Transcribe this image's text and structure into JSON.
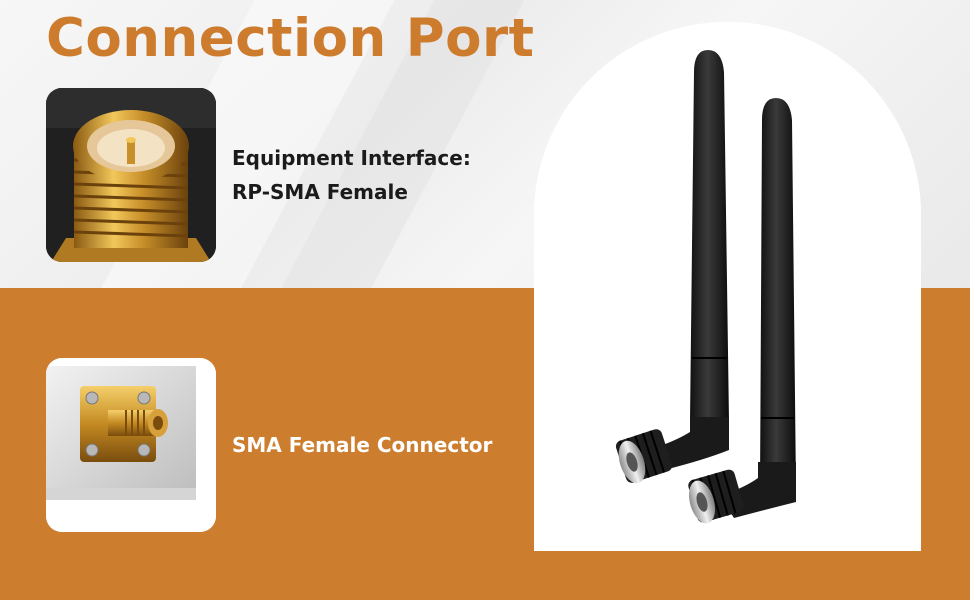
{
  "title": "Connection Port",
  "items": [
    {
      "lines": [
        "Equipment Interface:",
        "RP-SMA Female"
      ]
    },
    {
      "lines": [
        "SMA Female Connector"
      ]
    }
  ],
  "colors": {
    "accent": "#cc7d2d",
    "title": "#cd7c2e",
    "dark_text": "#1b1b1b",
    "light_text": "#ffffff"
  }
}
